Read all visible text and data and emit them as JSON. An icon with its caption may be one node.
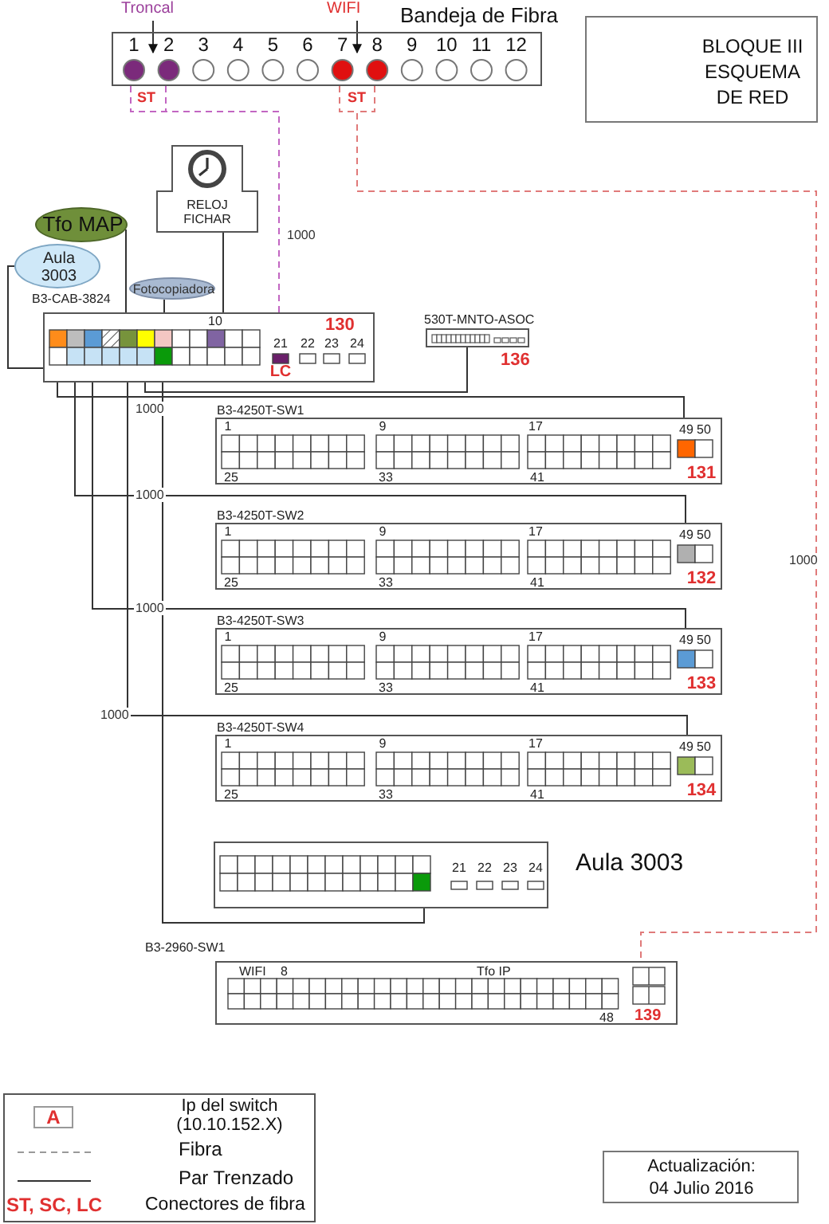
{
  "diagram": {
    "nodes": [
      {
        "text": [
          "Troncal"
        ]
      },
      {
        "text": [
          "WIFI"
        ]
      },
      {
        "text": [
          "Bandeja de Fibra",
          "1",
          "2",
          "3",
          "4",
          "5",
          "6",
          "7",
          "8",
          "9",
          "10",
          "11",
          "12"
        ]
      },
      {
        "text": [
          "BLOQUE III ESQUEMA DE RED"
        ]
      },
      {
        "text": [
          "RELOJ FICHAR"
        ]
      },
      {
        "text": [
          "Tfo MAP"
        ]
      },
      {
        "text": [
          "Aula 3003"
        ]
      },
      {
        "text": [
          "Fotocopiadora"
        ]
      },
      {
        "text": [
          "B3-CAB-3824",
          "10",
          "130",
          "21",
          "22",
          "23",
          "24",
          "LC"
        ]
      },
      {
        "text": [
          "530T-MNTO-ASOC"
        ],
        "beside": [
          "136"
        ]
      },
      {
        "text": [
          "B3-4250T-SW1",
          "1",
          "9",
          "17",
          "49",
          "50",
          "25",
          "33",
          "41",
          "131"
        ]
      },
      {
        "text": [
          "B3-4250T-SW2",
          "1",
          "9",
          "17",
          "49",
          "50",
          "25",
          "33",
          "41",
          "132"
        ]
      },
      {
        "text": [
          "B3-4250T-SW3",
          "1",
          "9",
          "17",
          "49",
          "50",
          "25",
          "33",
          "41",
          "133"
        ]
      },
      {
        "text": [
          "B3-4250T-SW4",
          "1",
          "9",
          "17",
          "49",
          "50",
          "25",
          "33",
          "41",
          "134"
        ]
      },
      {
        "text": [
          "21",
          "22",
          "23",
          "24"
        ],
        "beside": [
          "Aula 3003"
        ]
      },
      {
        "text": [
          "B3-2960-SW1",
          "WIFI",
          "8",
          "Tfo IP",
          "48",
          "139"
        ]
      },
      {
        "text": [
          "Actualización: 04 Julio 2016"
        ]
      }
    ],
    "edges": [
      {
        "from": 0,
        "to": 2,
        "arrow": "to"
      },
      {
        "from": 1,
        "to": 2,
        "arrow": "to"
      },
      {
        "from": 2,
        "to": 8,
        "arrow": "none",
        "label": "1000",
        "style": "dashed",
        "color": "#c266c2"
      },
      {
        "from": 2,
        "to": 15,
        "arrow": "none",
        "label": "1000",
        "style": "dashed",
        "color": "#e07a7a"
      },
      {
        "from": 4,
        "to": 8,
        "arrow": "none"
      },
      {
        "from": 5,
        "to": 8,
        "arrow": "none"
      },
      {
        "from": 6,
        "to": 8,
        "arrow": "none"
      },
      {
        "from": 7,
        "to": 8,
        "arrow": "none"
      },
      {
        "from": 9,
        "to": 8,
        "arrow": "none"
      },
      {
        "from": 8,
        "to": 10,
        "arrow": "none",
        "label": "1000"
      },
      {
        "from": 8,
        "to": 11,
        "arrow": "none",
        "label": "1000"
      },
      {
        "from": 8,
        "to": 12,
        "arrow": "none",
        "label": "1000"
      },
      {
        "from": 8,
        "to": 13,
        "arrow": "none",
        "label": "1000"
      },
      {
        "from": 8,
        "to": 14,
        "arrow": "none"
      }
    ],
    "labels": [
      "ST",
      "ST",
      "A",
      "ST, SC, LC"
    ],
    "legend": [
      {
        "text": "Ip del switch (10.10.152.X)"
      },
      {
        "text": "Fibra"
      },
      {
        "text": "Par Trenzado"
      },
      {
        "text": "Conectores de fibra"
      }
    ]
  }
}
